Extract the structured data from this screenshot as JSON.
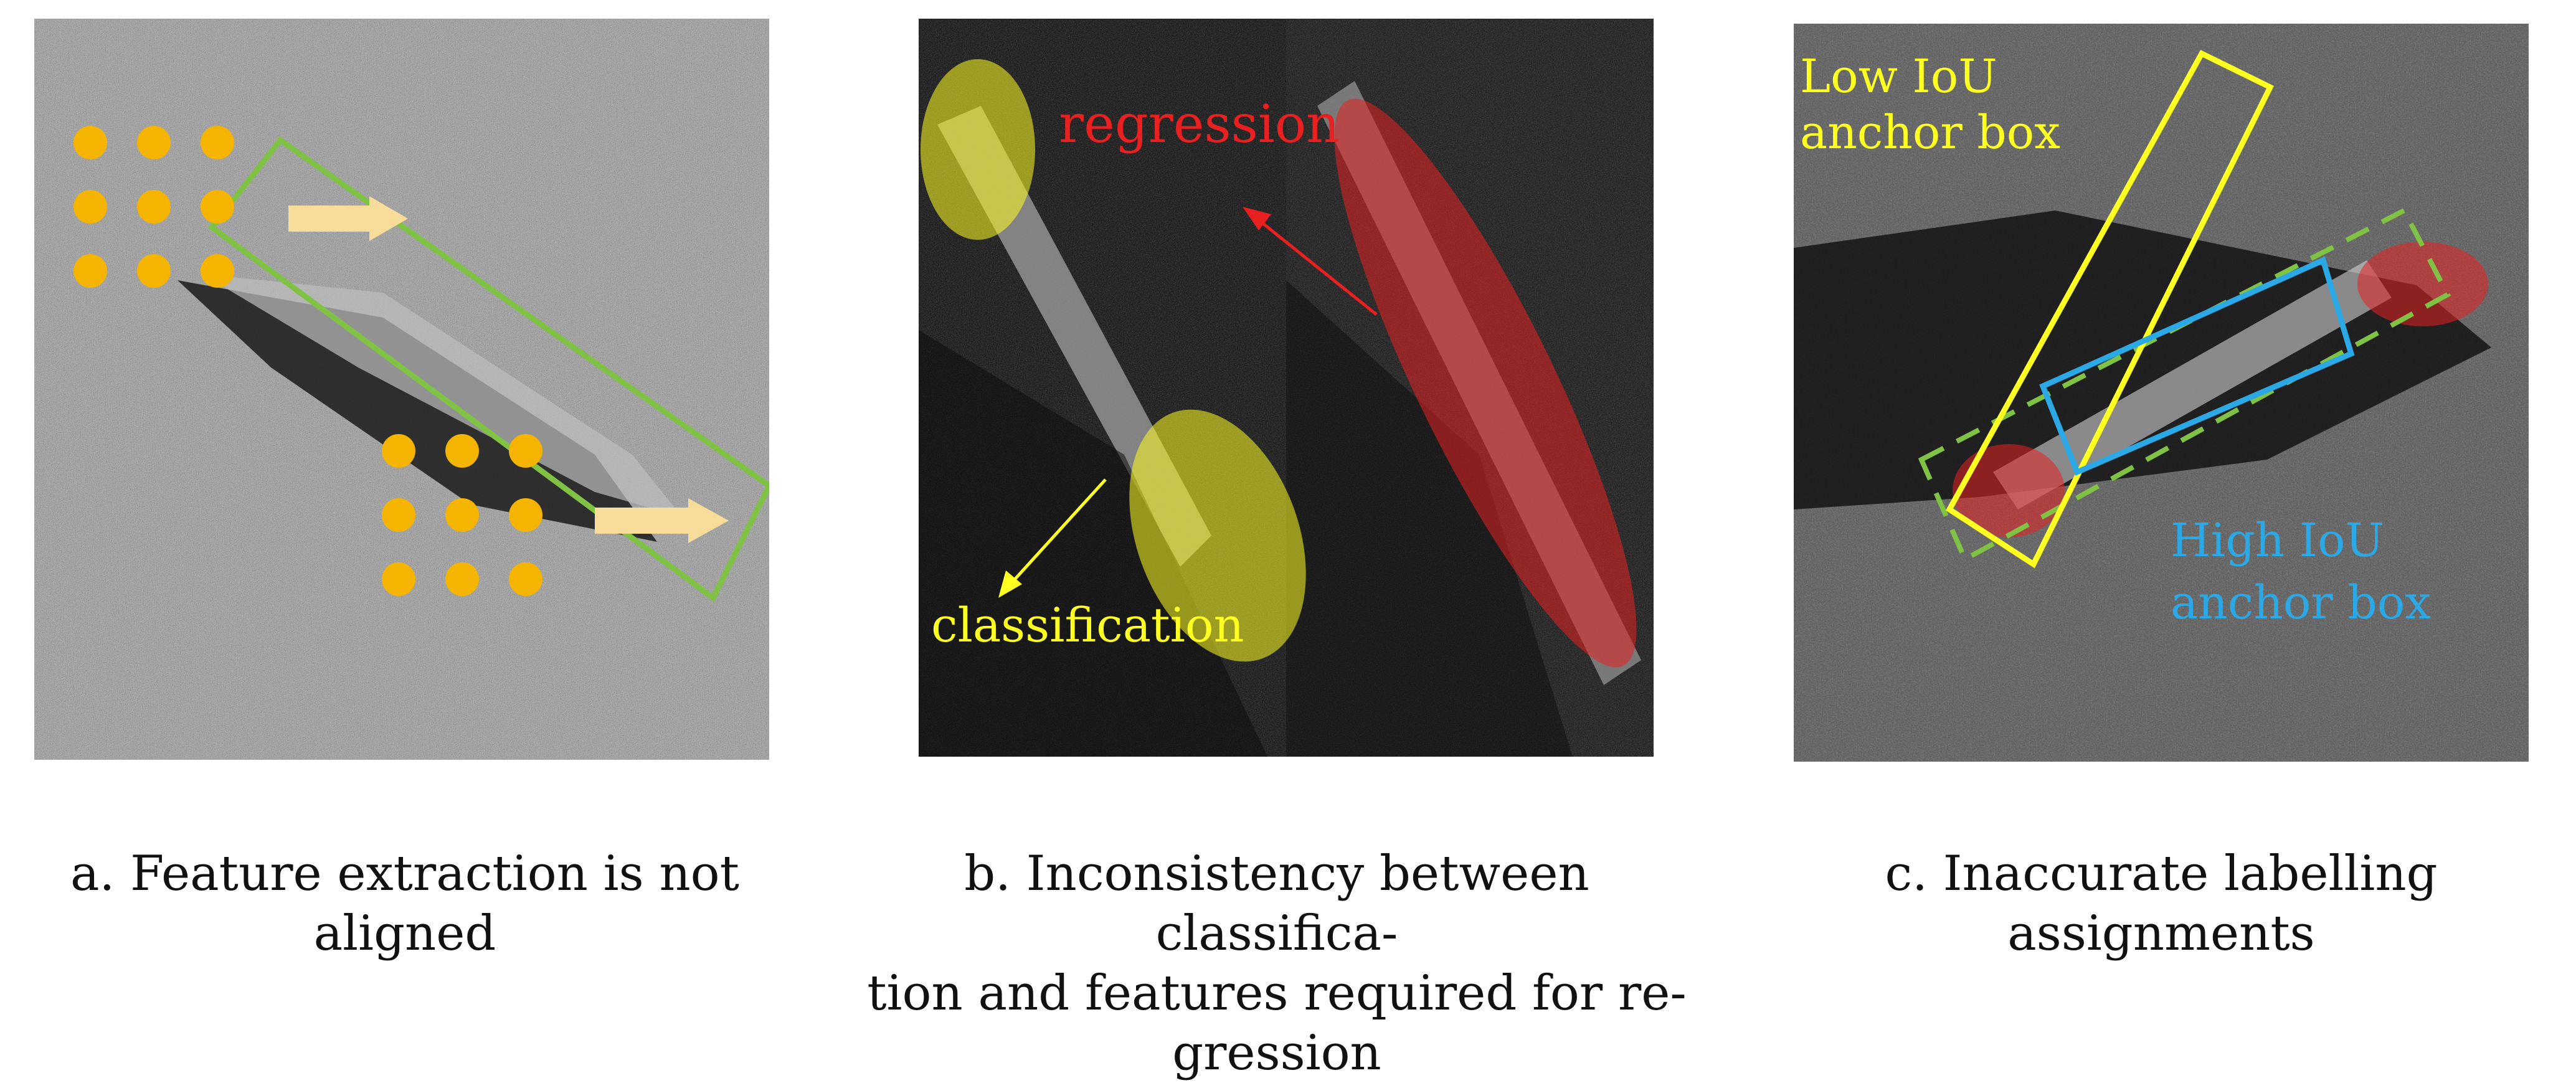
{
  "colors": {
    "dot": "#f5b400",
    "arrow_cream": "#f7dc9a",
    "green_box": "#7fc244",
    "yellow": "#ffff22",
    "red": "#e82020",
    "blue": "#2aa9e6"
  },
  "panel_a": {
    "caption": "a. Feature extraction is not aligned"
  },
  "panel_b": {
    "label_regression": "regression",
    "label_classification": "classification",
    "caption_line1": "b. Inconsistency between classifica-",
    "caption_line2": "tion and features required for re-",
    "caption_line3": "gression"
  },
  "panel_c": {
    "low_iou_line1": "Low IoU",
    "low_iou_line2": "anchor box",
    "high_iou_line1": "High IoU",
    "high_iou_line2": "anchor box",
    "caption": "c. Inaccurate labelling assignments"
  }
}
